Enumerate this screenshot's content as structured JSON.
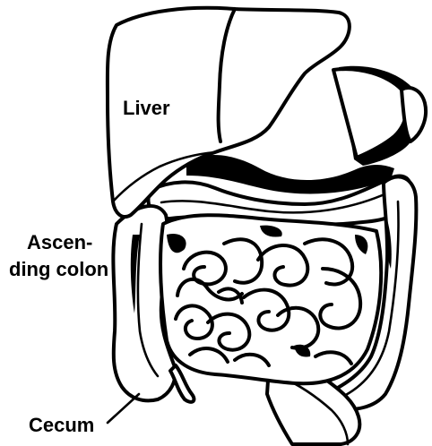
{
  "labels": {
    "liver": "Liver",
    "ascending_1": "Ascen-",
    "ascending_2": "ding colon",
    "cecum": "Cecum"
  },
  "colors": {
    "ink": "#000000",
    "paper": "#ffffff"
  }
}
